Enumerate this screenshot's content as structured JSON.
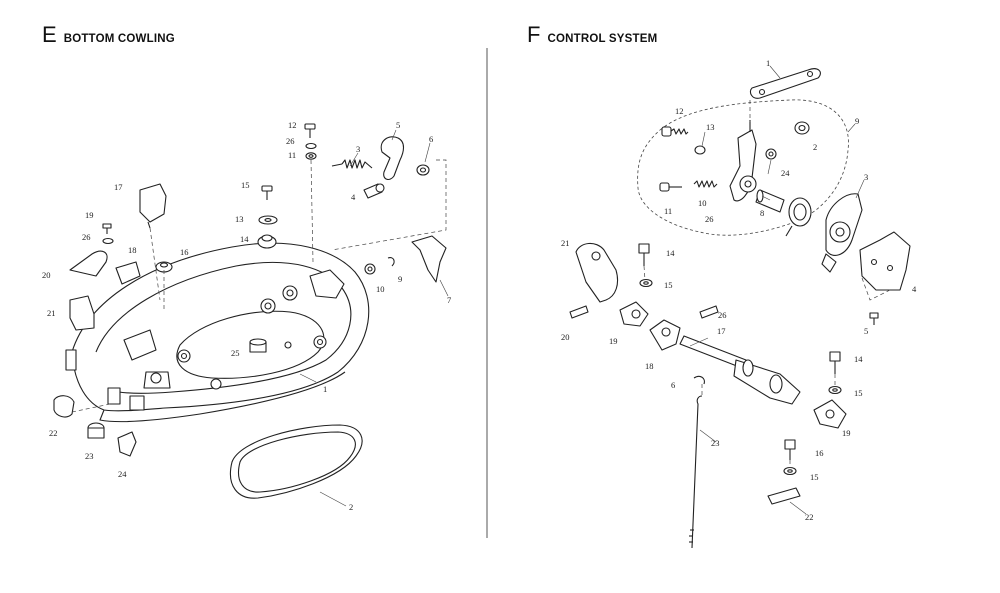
{
  "sections": [
    {
      "letter": "E",
      "title": "BOTTOM COWLING"
    },
    {
      "letter": "F",
      "title": "CONTROL SYSTEM"
    }
  ],
  "callouts_e": [
    "1",
    "2",
    "3",
    "4",
    "5",
    "6",
    "7",
    "9",
    "10",
    "11",
    "12",
    "13",
    "14",
    "15",
    "16",
    "17",
    "18",
    "19",
    "20",
    "21",
    "22",
    "23",
    "24",
    "25",
    "26",
    "26"
  ],
  "callouts_f": [
    "1",
    "2",
    "3",
    "4",
    "5",
    "6",
    "8",
    "9",
    "10",
    "11",
    "12",
    "13",
    "14",
    "14",
    "15",
    "15",
    "15",
    "16",
    "17",
    "18",
    "19",
    "19",
    "20",
    "21",
    "22",
    "23",
    "24",
    "26",
    "26"
  ]
}
